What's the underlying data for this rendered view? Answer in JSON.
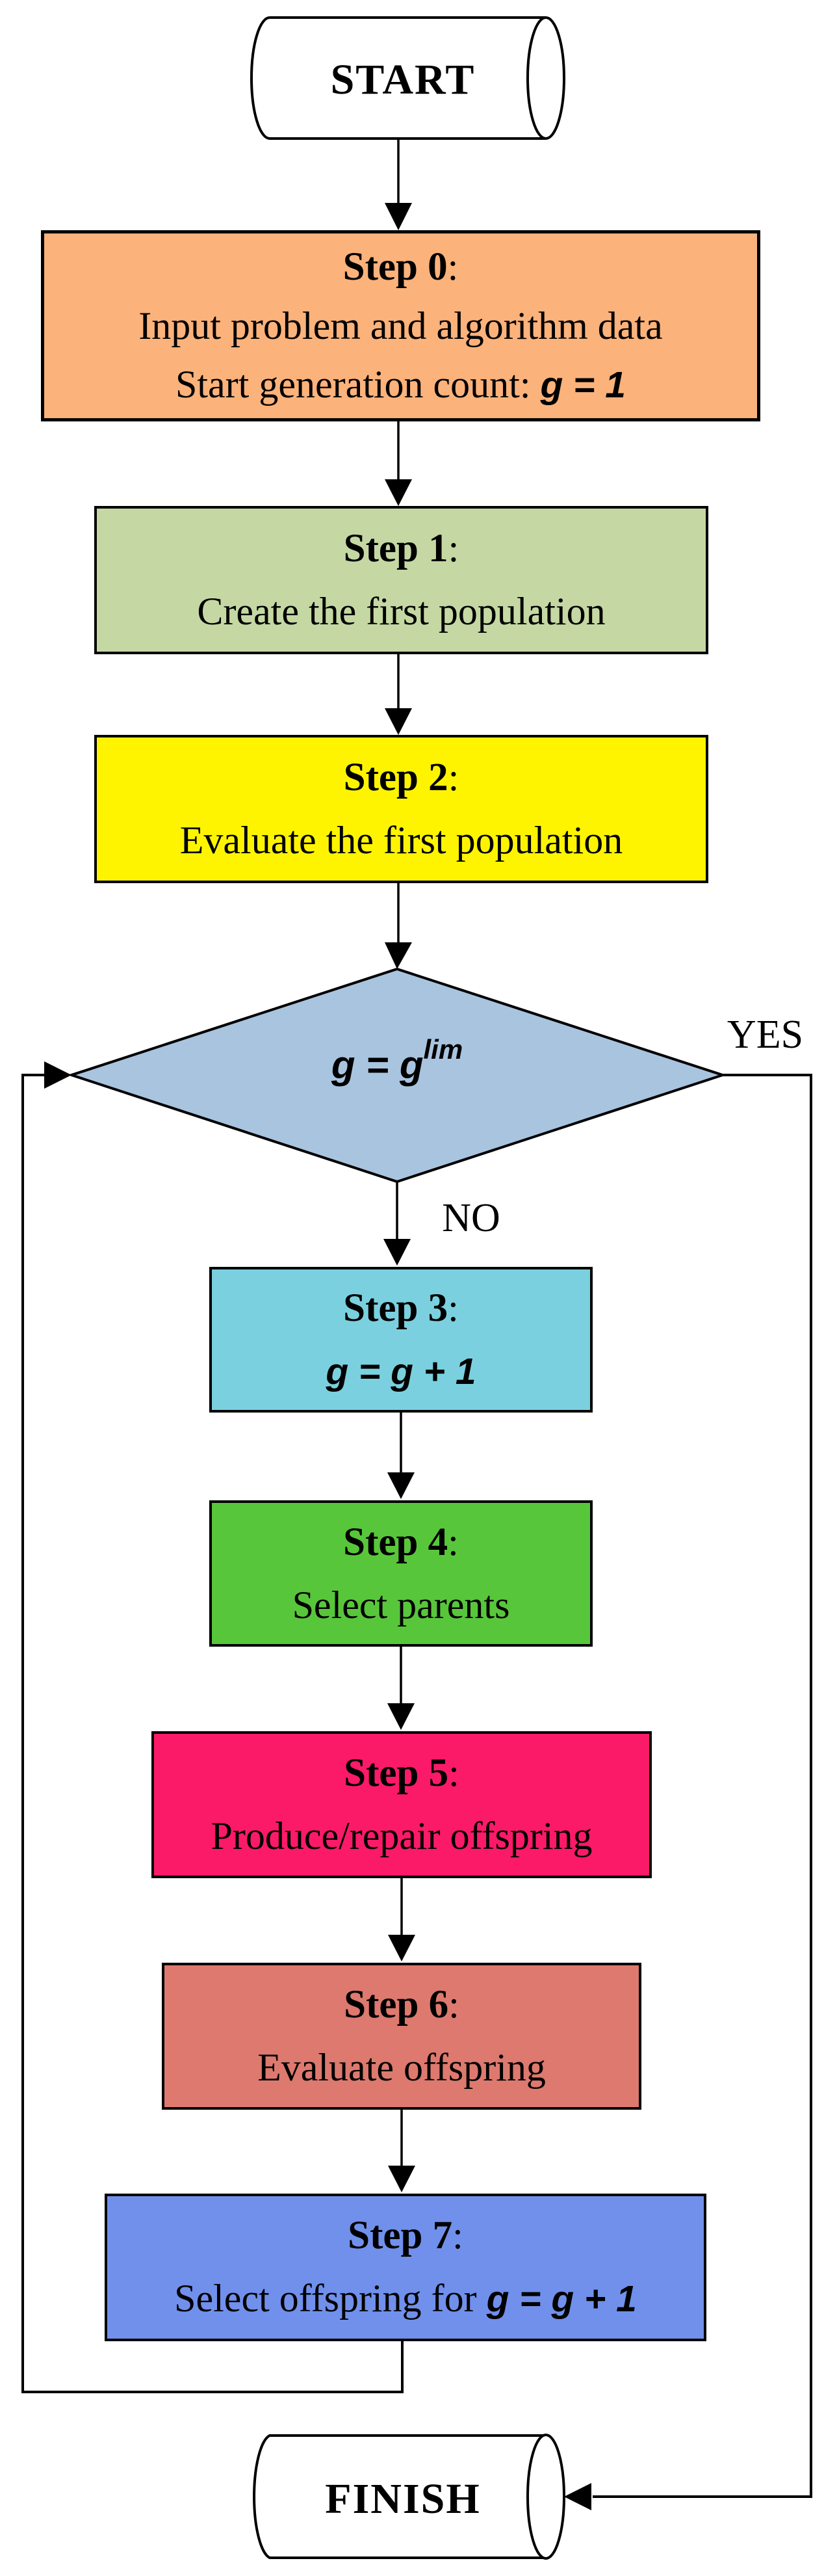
{
  "flowchart": {
    "terminals": {
      "start": "START",
      "finish": "FINISH"
    },
    "decision": {
      "expr_base": "g = g",
      "expr_sup": "lim",
      "fill": "#A9C4DF"
    },
    "branch_labels": {
      "yes": "YES",
      "no": "NO"
    },
    "steps": [
      {
        "title": "Step 0",
        "title_suffix": ":",
        "line1": "Input problem and algorithm data",
        "line2_text": "Start generation count: ",
        "line2_math": "g = 1",
        "fill": "#FBB27B"
      },
      {
        "title": "Step 1",
        "title_suffix": ":",
        "line1": "Create the first population",
        "fill": "#C5D8A3"
      },
      {
        "title": "Step 2",
        "title_suffix": ":",
        "line1": "Evaluate the first population",
        "fill": "#FEF400"
      },
      {
        "title": "Step 3",
        "title_suffix": ":",
        "line_math": "g = g + 1",
        "fill": "#7AD0DF"
      },
      {
        "title": "Step 4",
        "title_suffix": ":",
        "line1": "Select parents",
        "fill": "#58C63A"
      },
      {
        "title": "Step 5",
        "title_suffix": ":",
        "line1": "Produce/repair offspring",
        "fill": "#FA1A68"
      },
      {
        "title": "Step 6",
        "title_suffix": ":",
        "line1": "Evaluate offspring",
        "fill": "#DD796E"
      },
      {
        "title": "Step 7",
        "title_suffix": ":",
        "line1": "Select offspring for ",
        "line_math": "g = g + 1",
        "fill": "#7090EC"
      }
    ],
    "line_color": "#000000",
    "background": "#FFFFFF"
  }
}
